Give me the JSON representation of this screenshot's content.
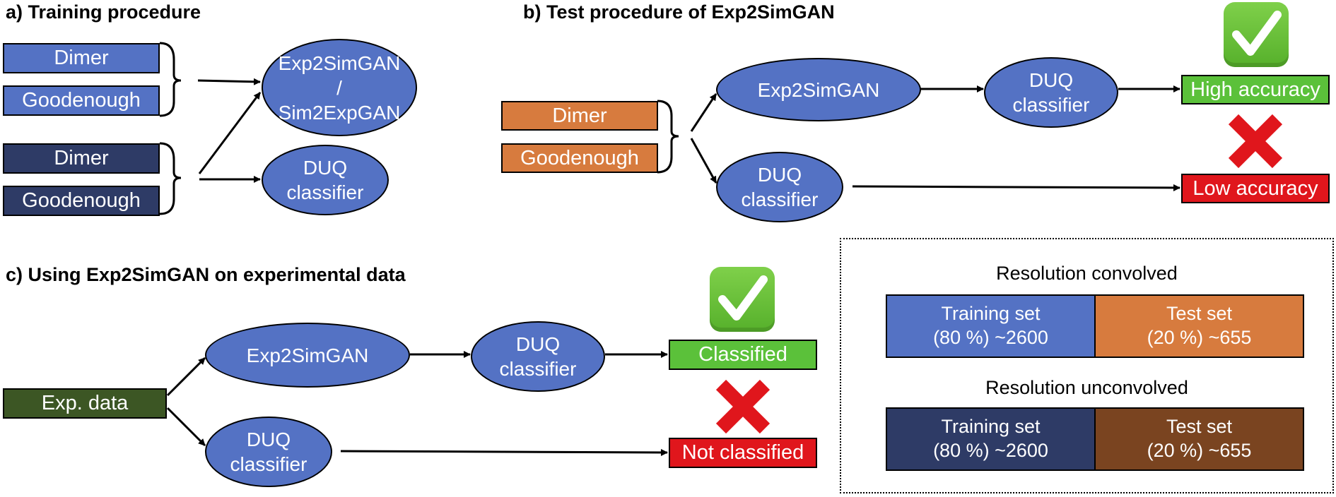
{
  "panel_a": {
    "title": "a) Training procedure",
    "dimer_conv": "Dimer",
    "goodenough_conv": "Goodenough",
    "dimer_unconv": "Dimer",
    "goodenough_unconv": "Goodenough",
    "gan_line1": "Exp2SimGAN",
    "gan_line2": "/",
    "gan_line3": "Sim2ExpGAN",
    "duq_line1": "DUQ",
    "duq_line2": "classifier"
  },
  "panel_b": {
    "title": "b) Test procedure of Exp2SimGAN",
    "dimer": "Dimer",
    "goodenough": "Goodenough",
    "gan": "Exp2SimGAN",
    "duq_top_line1": "DUQ",
    "duq_top_line2": "classifier",
    "duq_bottom_line1": "DUQ",
    "duq_bottom_line2": "classifier",
    "high": "High accuracy",
    "low": "Low accuracy"
  },
  "panel_c": {
    "title": "c) Using Exp2SimGAN on experimental data",
    "exp_data": "Exp. data",
    "gan": "Exp2SimGAN",
    "duq_top_line1": "DUQ",
    "duq_top_line2": "classifier",
    "duq_bottom_line1": "DUQ",
    "duq_bottom_line2": "classifier",
    "classified": "Classified",
    "not_classified": "Not classified"
  },
  "legend": {
    "convolved_title": "Resolution convolved",
    "unconvolved_title": "Resolution unconvolved",
    "conv_train_line1": "Training set",
    "conv_train_line2": "(80 %) ~2600",
    "conv_test_line1": "Test set",
    "conv_test_line2": "(20 %) ~655",
    "unconv_train_line1": "Training set",
    "unconv_train_line2": "(80 %) ~2600",
    "unconv_test_line1": "Test set",
    "unconv_test_line2": "(20 %) ~655"
  },
  "colors": {
    "convolved": "#5472c4",
    "unconvolved": "#2e3b66",
    "test_convolved": "#d77b3e",
    "test_unconvolved": "#7a4420",
    "success": "#5bc13a",
    "failure": "#e0161c",
    "exp_data": "#3c5624"
  },
  "icons": [
    "check-mark-icon",
    "cross-mark-icon"
  ]
}
